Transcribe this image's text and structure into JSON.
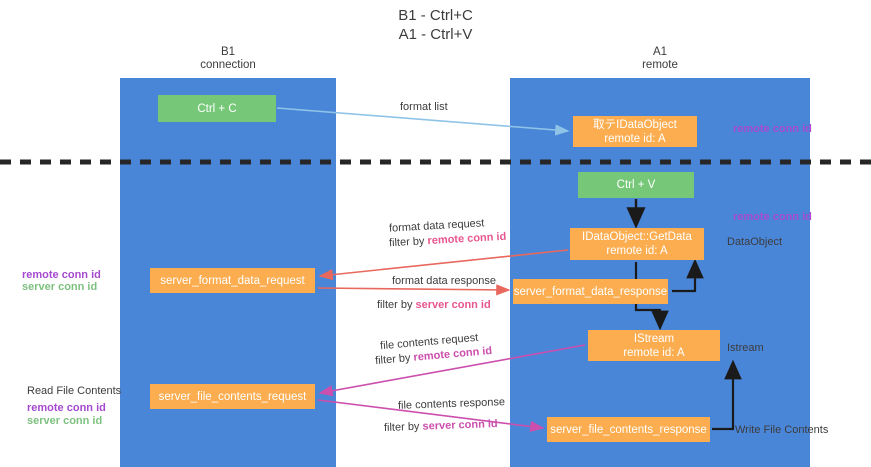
{
  "diagram": {
    "title": "B1 - Ctrl+C\nA1 - Ctrl+V",
    "columns": [
      {
        "id": "b1",
        "title": "B1\nconnection"
      },
      {
        "id": "a1",
        "title": "A1\nremote"
      }
    ],
    "boxes": {
      "ctrl_c": {
        "line1": "Ctrl + C",
        "line2": "",
        "color": "#76c878"
      },
      "idataobject": {
        "line1": "取テIDataObject",
        "line2": "remote id: A",
        "color": "#fbad50"
      },
      "ctrl_v": {
        "line1": "Ctrl + V",
        "line2": "",
        "color": "#76c878"
      },
      "getdata": {
        "line1": "IDataObject::GetData",
        "line2": "remote id: A",
        "color": "#fbad50"
      },
      "server_format_data_request": {
        "line1": "server_format_data_request",
        "line2": "",
        "color": "#fbad50"
      },
      "server_format_data_response": {
        "line1": "server_format_data_response",
        "line2": "",
        "color": "#fbad50"
      },
      "istream": {
        "line1": "IStream",
        "line2": "remote id: A",
        "color": "#fbad50"
      },
      "server_file_contents_request": {
        "line1": "server_file_contents_request",
        "line2": "",
        "color": "#fbad50"
      },
      "server_file_contents_response": {
        "line1": "server_file_contents_response",
        "line2": "",
        "color": "#fbad50"
      }
    },
    "arrow_labels": {
      "format_list": "format list",
      "format_data_request": "format data request",
      "format_data_request_filter_prefix": "filter by ",
      "format_data_request_filter_key": "remote conn id",
      "format_data_response": "format data response",
      "format_data_response_filter_prefix": "filter by ",
      "format_data_response_filter_key": "server conn id",
      "file_contents_request": "file contents request",
      "file_contents_request_filter_prefix": "filter by ",
      "file_contents_request_filter_key": "remote conn id",
      "file_contents_response": "file contents response",
      "file_contents_response_filter_prefix": "filter by ",
      "file_contents_response_filter_key": "server conn id"
    },
    "side_labels": {
      "remote_conn_id_top": "remote conn id",
      "remote_conn_id_mid": "remote conn id",
      "dataobject": "DataObject",
      "istream": "Istream",
      "write_file_contents": "Write File Contents",
      "read_file_contents": "Read File Contents",
      "left_remote_conn_id": "remote conn id",
      "left_server_conn_id": "server conn id",
      "mid_remote_conn_id": "remote conn id",
      "mid_server_conn_id": "server conn id"
    },
    "colors": {
      "column_blue": "#4a86d8",
      "green_box": "#76c878",
      "orange_box": "#fbad50",
      "purple_text": "#a64ad0",
      "green_text": "#7dc17f",
      "pink_text": "#e8568f",
      "magenta_text": "#cc4fae",
      "red_arrow": "#e8685d",
      "light_blue_arrow": "#8fc4e8",
      "black_arrow": "#1a1a1a",
      "divider": "#262626"
    }
  }
}
